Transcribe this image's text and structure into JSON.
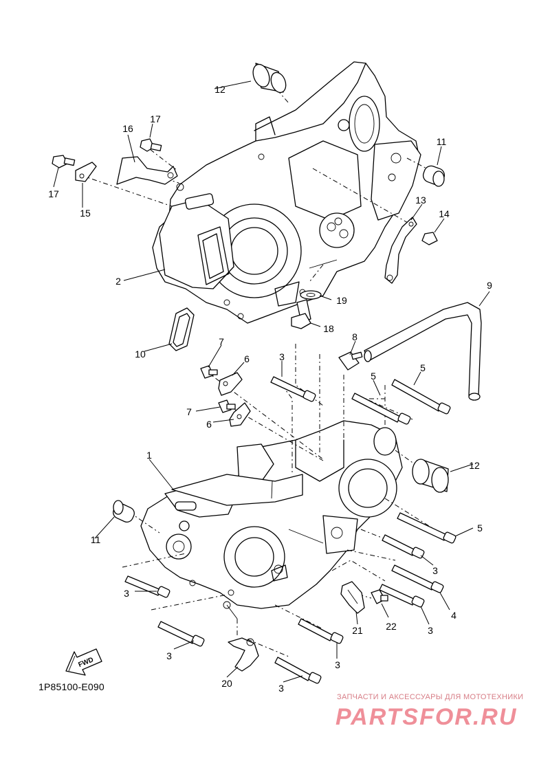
{
  "reference_code": "1P85100-E090",
  "fwd_label": "FWD",
  "callouts": {
    "c1": "1",
    "c2": "2",
    "c3a": "3",
    "c3b": "3",
    "c3c": "3",
    "c3d": "3",
    "c3e": "3",
    "c3f": "3",
    "c3g": "3",
    "c4": "4",
    "c5a": "5",
    "c5b": "5",
    "c5c": "5",
    "c6a": "6",
    "c6b": "6",
    "c7a": "7",
    "c7b": "7",
    "c8": "8",
    "c9": "9",
    "c10": "10",
    "c11a": "11",
    "c11b": "11",
    "c12a": "12",
    "c12b": "12",
    "c13": "13",
    "c14": "14",
    "c15": "15",
    "c16": "16",
    "c17a": "17",
    "c17b": "17",
    "c18": "18",
    "c19": "19",
    "c20": "20",
    "c21": "21",
    "c22": "22"
  },
  "watermark": {
    "tagline": "ЗАПЧАСТИ И АКСЕССУАРЫ ДЛЯ МОТОТЕХНИКИ",
    "brand": "PARTSFOR.RU",
    "color": "#ef8f99"
  }
}
